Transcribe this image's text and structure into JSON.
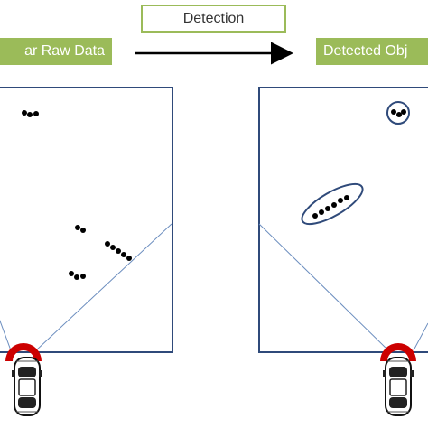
{
  "header": {
    "stage_label": "Detection",
    "left_title": "ar Raw Data",
    "right_title": "Detected Obj"
  },
  "colors": {
    "accent_green": "#9bbb59",
    "panel_border": "#2f4a7a",
    "sensor_red": "#cc0000",
    "point": "#000000"
  },
  "icons": [
    "arrow-right-icon",
    "car-icon",
    "radar-sensor-icon"
  ]
}
